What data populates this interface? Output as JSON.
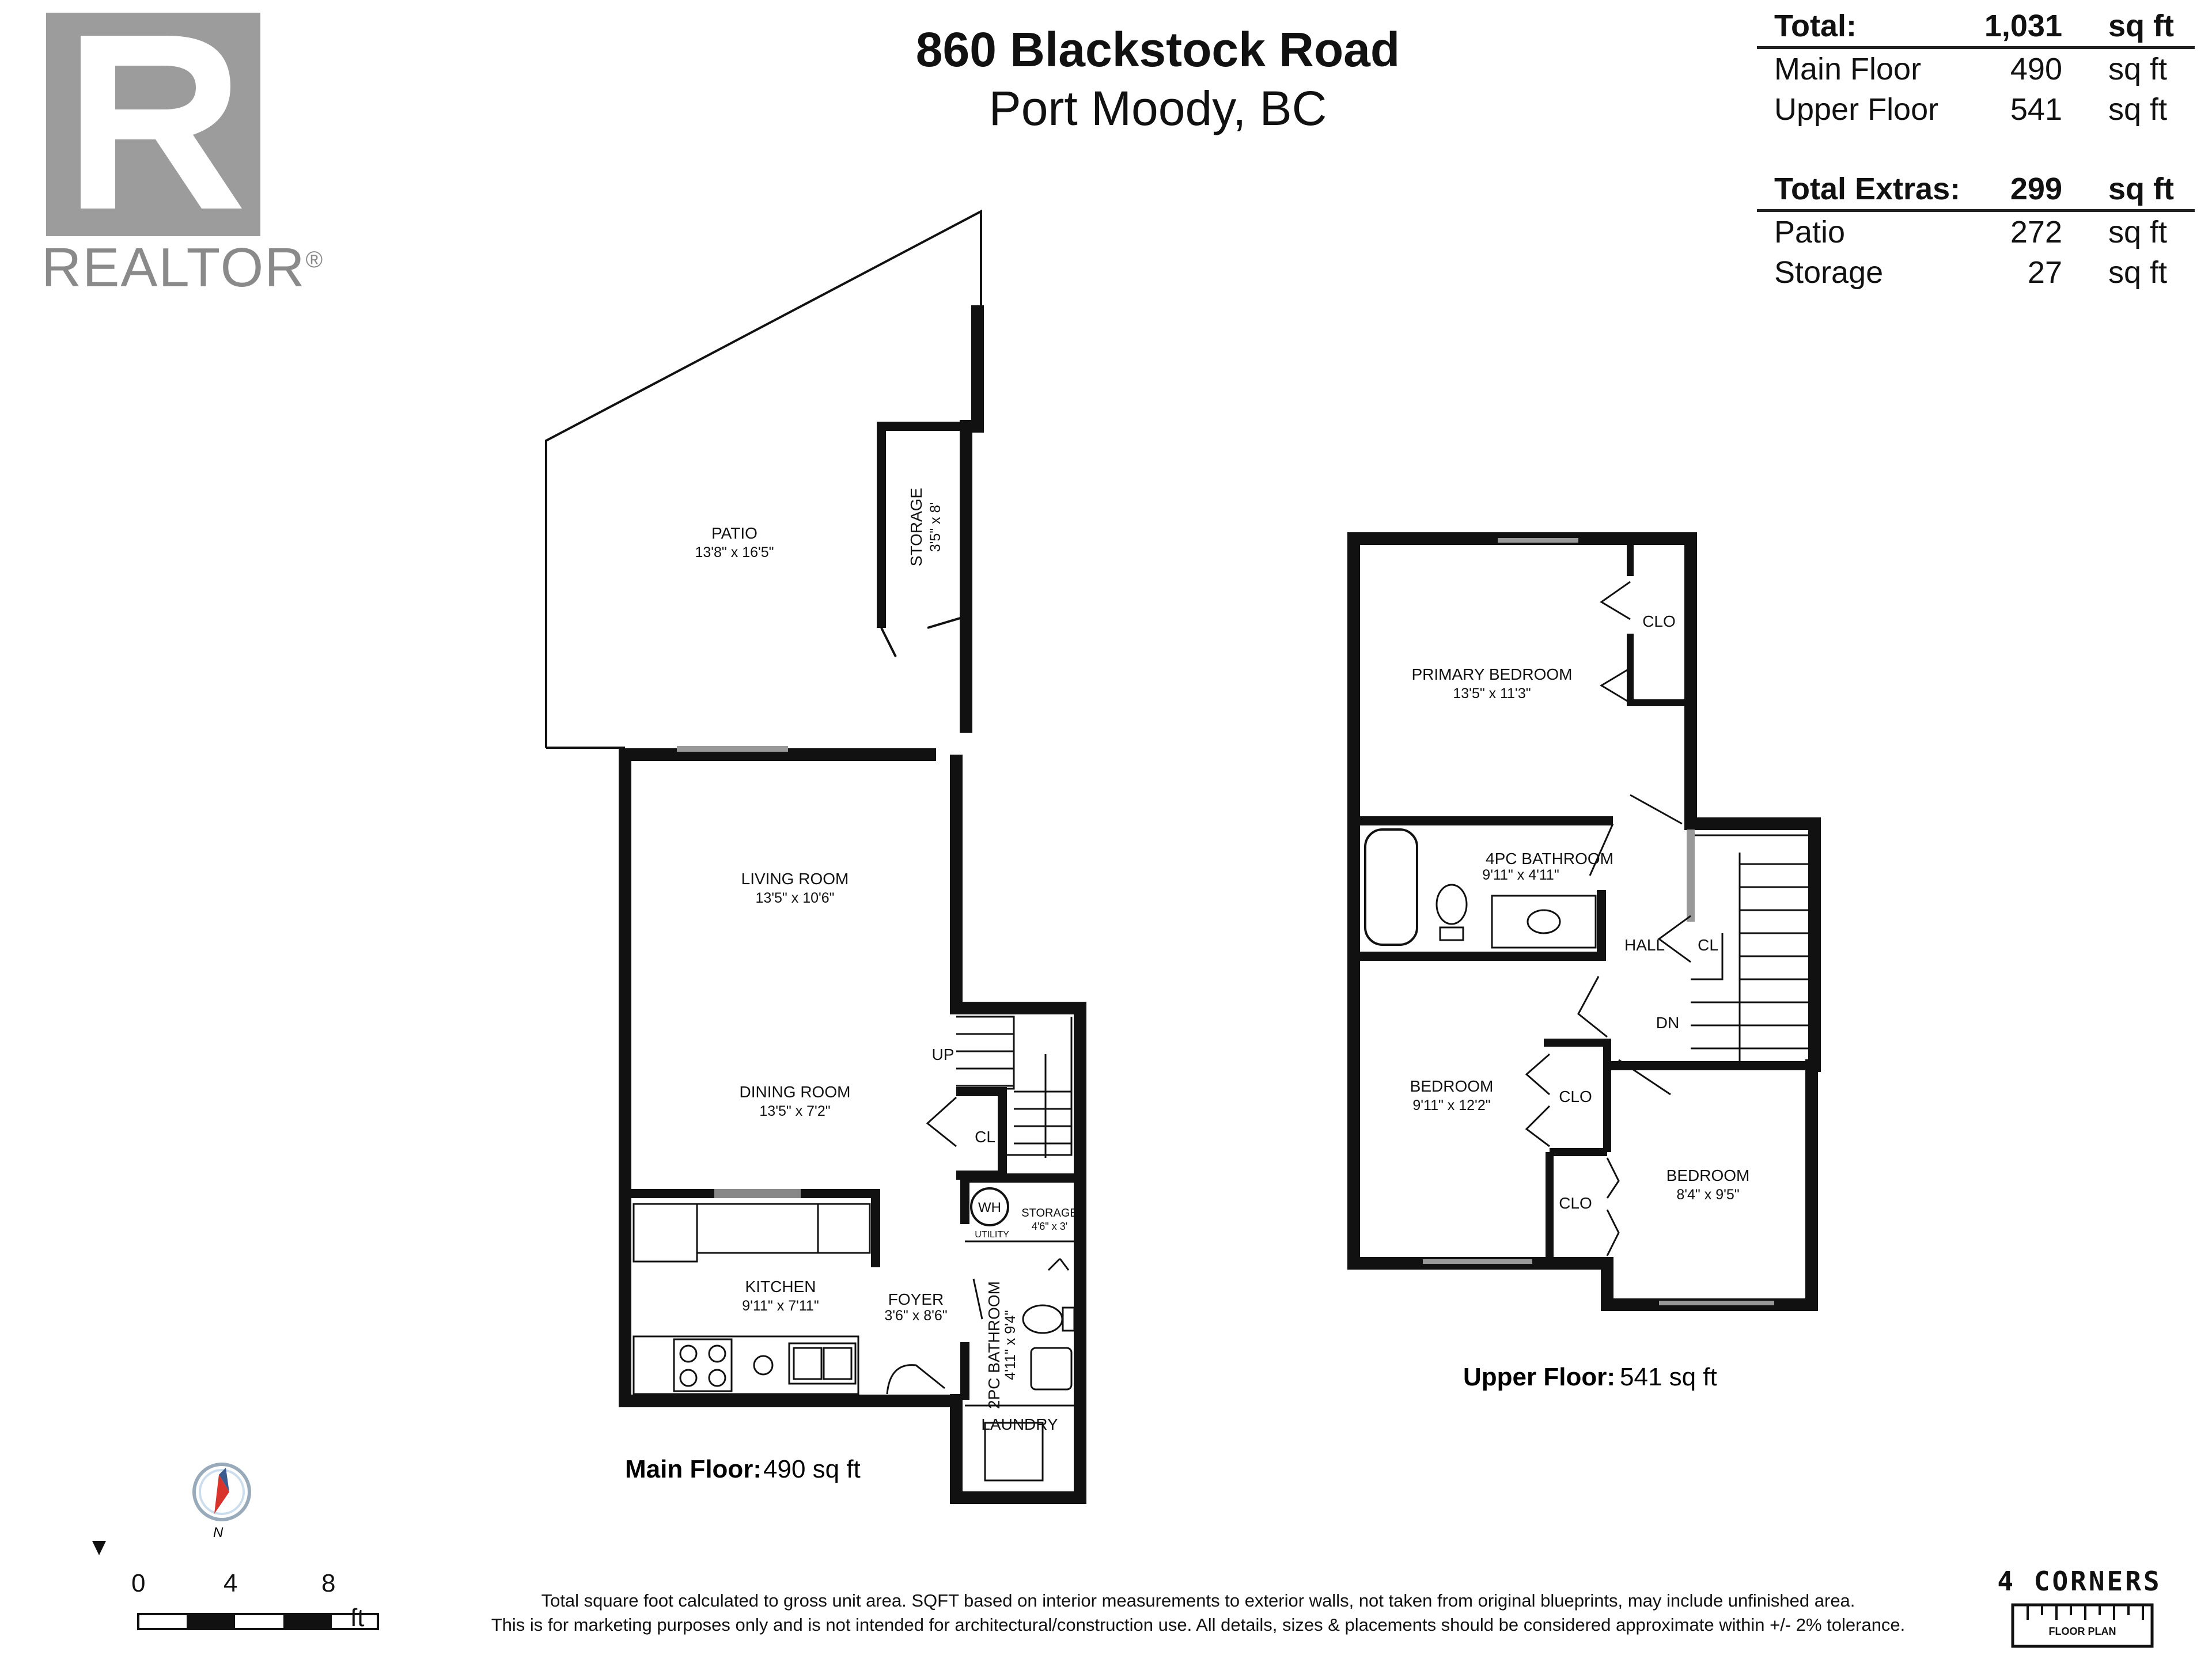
{
  "logo": {
    "wordmark": "REALTOR",
    "registered": "®"
  },
  "header": {
    "address_line1": "860 Blackstock Road",
    "address_line2": "Port Moody, BC"
  },
  "area_summary": {
    "unit_label": "sq ft",
    "total": {
      "label": "Total:",
      "value": "1,031"
    },
    "floors": [
      {
        "label": "Main Floor",
        "value": "490"
      },
      {
        "label": "Upper Floor",
        "value": "541"
      }
    ],
    "extras_total": {
      "label": "Total Extras:",
      "value": "299"
    },
    "extras": [
      {
        "label": "Patio",
        "value": "272"
      },
      {
        "label": "Storage",
        "value": "27"
      }
    ]
  },
  "main_floor": {
    "caption_label": "Main Floor:",
    "caption_value": "490 sq ft",
    "rooms": [
      {
        "name": "PATIO",
        "dims": "13'8\" x 16'5\""
      },
      {
        "name": "STORAGE",
        "dims": "3'5\" x 8'"
      },
      {
        "name": "LIVING ROOM",
        "dims": "13'5\" x 10'6\""
      },
      {
        "name": "DINING ROOM",
        "dims": "13'5\" x 7'2\""
      },
      {
        "name": "KITCHEN",
        "dims": "9'11\" x 7'11\""
      },
      {
        "name": "FOYER",
        "dims": "3'6\" x 8'6\""
      },
      {
        "name": "STORAGE",
        "dims": "4'6\" x 3'"
      },
      {
        "name": "2PC BATHROOM",
        "dims": "4'11\" x 9'4\""
      },
      {
        "name": "LAUNDRY",
        "dims": ""
      }
    ],
    "labels": {
      "up": "UP",
      "cl": "CL",
      "wh": "WH",
      "utility": "UTILITY"
    }
  },
  "upper_floor": {
    "caption_label": "Upper Floor:",
    "caption_value": "541 sq ft",
    "rooms": [
      {
        "name": "PRIMARY BEDROOM",
        "dims": "13'5\" x 11'3\""
      },
      {
        "name": "4PC BATHROOM",
        "dims": "9'11\" x 4'11\""
      },
      {
        "name": "BEDROOM",
        "dims": "9'11\" x 12'2\""
      },
      {
        "name": "BEDROOM",
        "dims": "8'4\" x 9'5\""
      }
    ],
    "labels": {
      "clo": "CLO",
      "cl": "CL",
      "hall": "HALL",
      "dn": "DN"
    }
  },
  "compass": {
    "north": "N"
  },
  "scale": {
    "ticks": [
      "0",
      "4",
      "8"
    ],
    "unit": "ft"
  },
  "disclaimer": {
    "line1": "Total square foot calculated to gross unit area. SQFT based on interior measurements to exterior walls, not taken from original blueprints, may include unfinished area.",
    "line2": "This is for marketing purposes only and is not intended for architectural/construction use.  All details, sizes & placements should be considered approximate within +/- 2%  tolerance."
  },
  "brand": {
    "name": "4 CORNERS",
    "sub": "FLOOR PLAN"
  }
}
